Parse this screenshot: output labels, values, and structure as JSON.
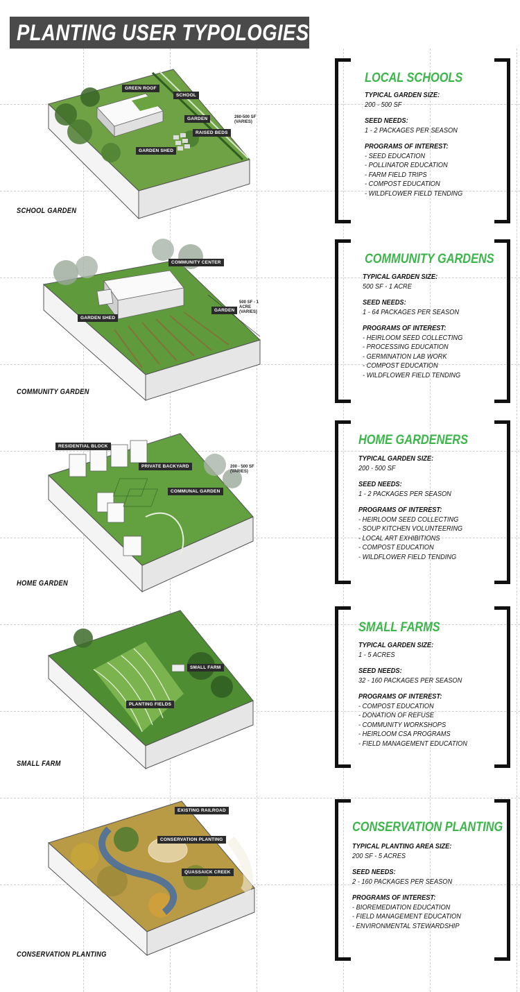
{
  "title": "PLANTING USER TYPOLOGIES",
  "colors": {
    "accent": "#3cb54a",
    "title_bar": "#4a4a4a",
    "grass": "#5f9a3c",
    "bracket": "#111111"
  },
  "typologies": [
    {
      "label": "SCHOOL GARDEN",
      "callouts": [
        "GREEN ROOF",
        "SCHOOL",
        "GARDEN",
        "RAISED BEDS",
        "GARDEN SHED"
      ],
      "dimension": "260-500 SF (VARIES)",
      "card": {
        "title": "LOCAL SCHOOLS",
        "size_heading": "TYPICAL GARDEN SIZE:",
        "size_value": "200 - 500 SF",
        "seed_heading": "SEED NEEDS:",
        "seed_value": "1 - 2 PACKAGES PER SEASON",
        "programs_heading": "PROGRAMS OF INTEREST:",
        "programs": [
          "- SEED EDUCATION",
          "- POLLINATOR EDUCATION",
          "- FARM FIELD TRIPS",
          "- COMPOST EDUCATION",
          "- WILDFLOWER FIELD TENDING"
        ]
      }
    },
    {
      "label": "COMMUNITY GARDEN",
      "callouts": [
        "COMMUNITY CENTER",
        "GARDEN SHED",
        "GARDEN"
      ],
      "dimension": "500 SF - 1 ACRE (VARIES)",
      "card": {
        "title": "COMMUNITY GARDENS",
        "size_heading": "TYPICAL GARDEN SIZE:",
        "size_value": "500 SF - 1 ACRE",
        "seed_heading": "SEED NEEDS:",
        "seed_value": "1 - 64 PACKAGES PER SEASON",
        "programs_heading": "PROGRAMS OF INTEREST:",
        "programs": [
          "- HEIRLOOM SEED COLLECTING",
          "- PROCESSING EDUCATION",
          "- GERMINATION LAB WORK",
          "- COMPOST EDUCATION",
          "- WILDFLOWER FIELD TENDING"
        ]
      }
    },
    {
      "label": "HOME GARDEN",
      "callouts": [
        "RESIDENTIAL BLOCK",
        "PRIVATE BACKYARD",
        "COMMUNAL GARDEN"
      ],
      "dimension": "200 - 500 SF (VARIES)",
      "card": {
        "title": "HOME GARDENERS",
        "size_heading": "TYPICAL GARDEN SIZE:",
        "size_value": "200 - 500 SF",
        "seed_heading": "SEED NEEDS:",
        "seed_value": "1 - 2 PACKAGES PER SEASON",
        "programs_heading": "PROGRAMS OF INTEREST:",
        "programs": [
          "- HEIRLOOM SEED COLLECTING",
          "- SOUP KITCHEN VOLUNTEERING",
          "- LOCAL ART EXHIBITIONS",
          "- COMPOST EDUCATION",
          "- WILDFLOWER FIELD TENDING"
        ]
      }
    },
    {
      "label": "SMALL FARM",
      "callouts": [
        "SMALL FARM",
        "PLANTING FIELDS"
      ],
      "dimension": "",
      "card": {
        "title": "SMALL FARMS",
        "size_heading": "TYPICAL GARDEN SIZE:",
        "size_value": "1 - 5 ACRES",
        "seed_heading": "SEED NEEDS:",
        "seed_value": "32 - 160 PACKAGES PER SEASON",
        "programs_heading": "PROGRAMS OF INTEREST:",
        "programs": [
          "- COMPOST EDUCATION",
          "- DONATION OF REFUSE",
          "- COMMUNITY WORKSHOPS",
          "- HEIRLOOM CSA PROGRAMS",
          "- FIELD MANAGEMENT EDUCATION"
        ]
      }
    },
    {
      "label": "CONSERVATION PLANTING",
      "callouts": [
        "EXISTING RAILROAD",
        "CONSERVATION PLANTING",
        "QUASSAICK CREEK"
      ],
      "dimension": "",
      "card": {
        "title": "CONSERVATION PLANTING",
        "size_heading": "TYPICAL PLANTING AREA SIZE:",
        "size_value": "200 SF - 5 ACRES",
        "seed_heading": "SEED NEEDS:",
        "seed_value": "2 - 160 PACKAGES PER SEASON",
        "programs_heading": "PROGRAMS OF INTEREST:",
        "programs": [
          "- BIOREMEDIATION EDUCATION",
          "- FIELD MANAGEMENT EDUCATION",
          "- ENVIRONMENTAL STEWARDSHIP"
        ]
      }
    }
  ]
}
